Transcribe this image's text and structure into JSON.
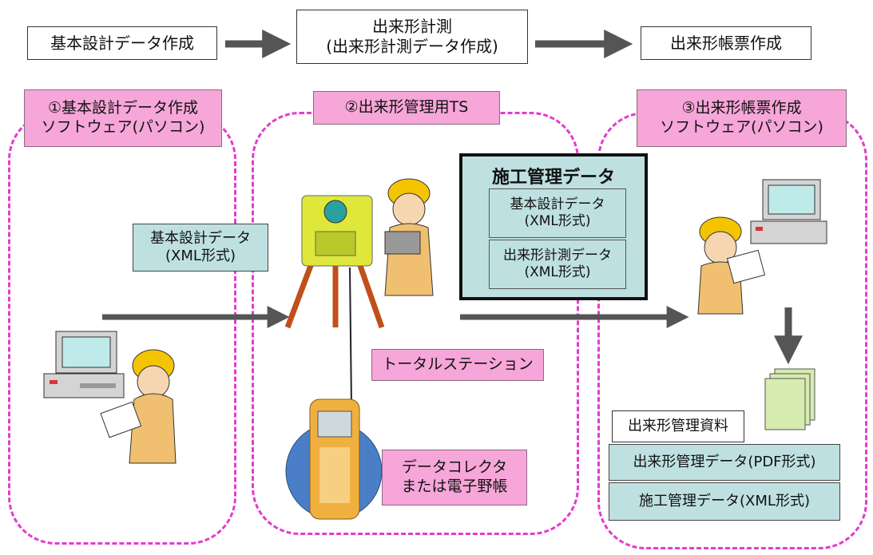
{
  "flow": {
    "step1": "基本設計データ作成",
    "step2_line1": "出来形計測",
    "step2_line2": "(出来形計測データ作成)",
    "step3": "出来形帳票作成"
  },
  "sections": {
    "s1_line1": "①基本設計データ作成",
    "s1_line2": "ソフトウェア(パソコン)",
    "s2": "②出来形管理用TS",
    "s3_line1": "③出来形帳票作成",
    "s3_line2": "ソフトウェア(パソコン)"
  },
  "design_data": {
    "line1": "基本設計データ",
    "line2": "(XML形式)"
  },
  "construction": {
    "title": "施工管理データ",
    "item1_line1": "基本設計データ",
    "item1_line2": "(XML形式)",
    "item2_line1": "出来形計測データ",
    "item2_line2": "(XML形式)"
  },
  "labels": {
    "total_station": "トータルステーション",
    "collector_line1": "データコレクタ",
    "collector_line2": "または電子野帳"
  },
  "materials": {
    "header": "出来形管理資料",
    "row1": "出来形管理データ(PDF形式)",
    "row2": "施工管理データ(XML形式)"
  },
  "colors": {
    "pink": "#f6a6d8",
    "blue": "#bfe0e0",
    "dash": "#e63ad0",
    "arrow": "#555555"
  }
}
